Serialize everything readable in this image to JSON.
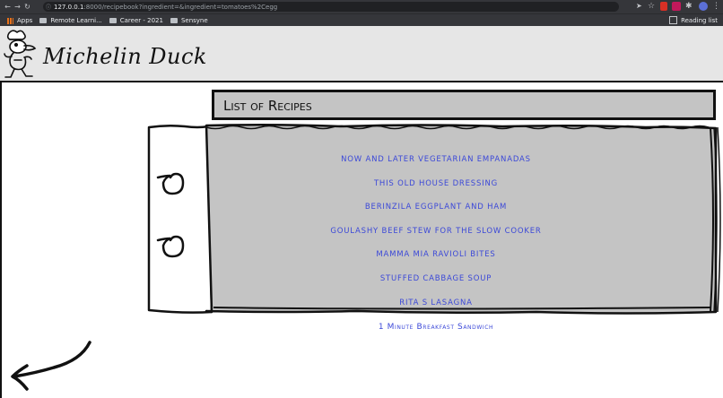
{
  "browser": {
    "url_host": "127.0.0.1",
    "url_path": ":8000/recipebook?ingredient=&ingredient=tomatoes%2Cegg",
    "bookmarks": [
      "Apps",
      "Remote Learni...",
      "Career - 2021",
      "Sensyne"
    ],
    "reading_list": "Reading list"
  },
  "site": {
    "title": "Michelin Duck"
  },
  "page": {
    "heading": "List of Recipes",
    "recipes": [
      "Now and Later Vegetarian Empanadas",
      "This Old House Dressing",
      "Berinzila Eggplant and Ham",
      "Goulashy Beef Stew for the Slow Cooker",
      "Mamma Mia Ravioli Bites",
      "Stuffed Cabbage Soup",
      "Rita s Lasagna"
    ],
    "extra_recipe": "1 Minute Breakfast Sandwich"
  }
}
